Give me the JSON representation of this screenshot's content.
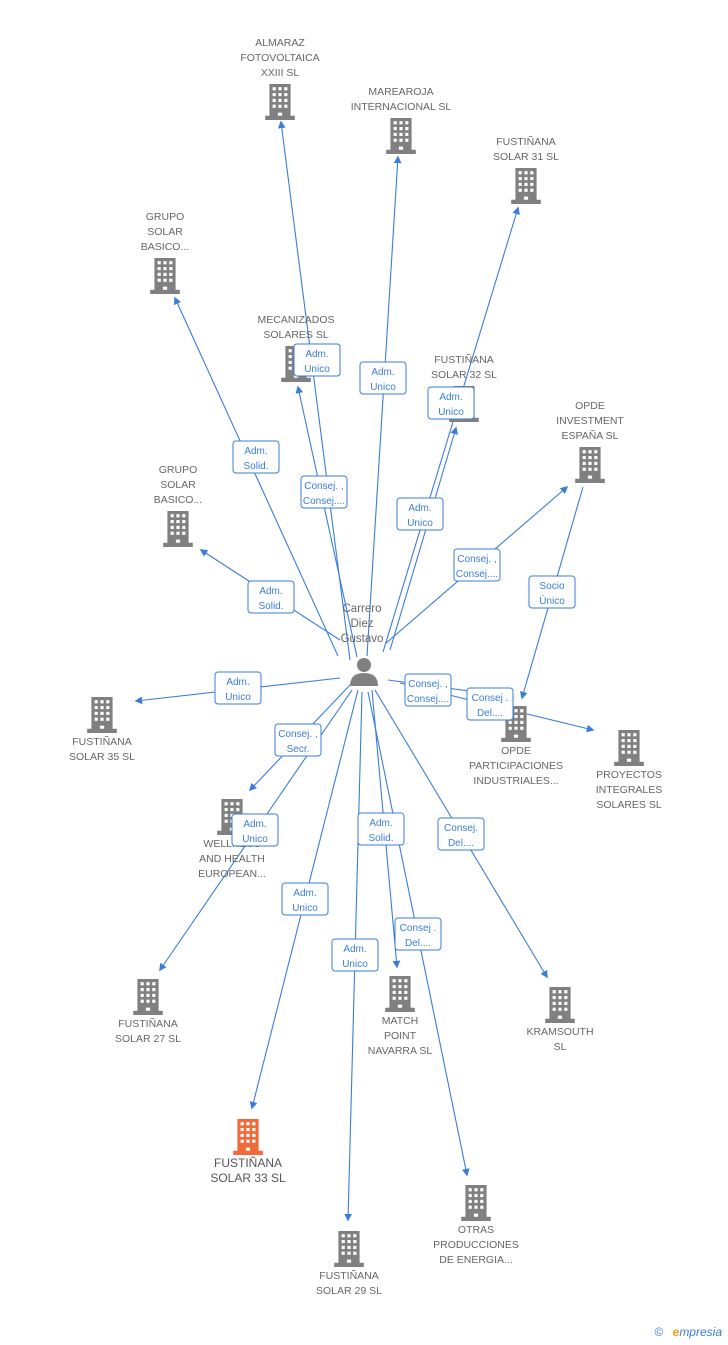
{
  "colors": {
    "edge": "#3b7dd8",
    "building": "#808080",
    "building_highlight": "#f26a3a",
    "person": "#808080"
  },
  "person": {
    "id": "carrero",
    "label_lines": [
      "Carrero",
      "Diez",
      "Gustavo"
    ],
    "icon": "person-icon"
  },
  "companies": [
    {
      "id": "almaraz",
      "label_lines": [
        "ALMARAZ",
        "FOTOVOLTAICA",
        "XXIII SL"
      ],
      "icon": "building-icon"
    },
    {
      "id": "marearoja",
      "label_lines": [
        "MAREAROJA",
        "INTERNACIONAL SL"
      ],
      "icon": "building-icon"
    },
    {
      "id": "fust31",
      "label_lines": [
        "FUSTIÑANA",
        "SOLAR 31 SL"
      ],
      "icon": "building-icon"
    },
    {
      "id": "grupo1",
      "label_lines": [
        "GRUPO",
        "SOLAR",
        "BASICO..."
      ],
      "icon": "building-icon"
    },
    {
      "id": "mecanizados",
      "label_lines": [
        "MECANIZADOS",
        "SOLARES SL"
      ],
      "icon": "building-icon"
    },
    {
      "id": "fust32",
      "label_lines": [
        "FUSTIÑANA",
        "SOLAR 32 SL"
      ],
      "icon": "building-icon"
    },
    {
      "id": "opde_inv",
      "label_lines": [
        "OPDE",
        "INVESTMENT",
        "ESPAÑA SL"
      ],
      "icon": "building-icon"
    },
    {
      "id": "grupo2",
      "label_lines": [
        "GRUPO",
        "SOLAR",
        "BASICO..."
      ],
      "icon": "building-icon"
    },
    {
      "id": "fust35",
      "label_lines": [
        "FUSTIÑANA",
        "SOLAR 35 SL"
      ],
      "icon": "building-icon"
    },
    {
      "id": "opde_part",
      "label_lines": [
        "OPDE",
        "PARTICIPACIONES",
        "INDUSTRIALES..."
      ],
      "icon": "building-icon"
    },
    {
      "id": "proyectos",
      "label_lines": [
        "PROYECTOS",
        "INTEGRALES",
        "SOLARES SL"
      ],
      "icon": "building-icon"
    },
    {
      "id": "wellness",
      "label_lines": [
        "WELLNESS",
        "AND HEALTH",
        "EUROPEAN..."
      ],
      "icon": "building-icon"
    },
    {
      "id": "fust27",
      "label_lines": [
        "FUSTIÑANA",
        "SOLAR 27 SL"
      ],
      "icon": "building-icon"
    },
    {
      "id": "match",
      "label_lines": [
        "MATCH",
        "POINT",
        "NAVARRA  SL"
      ],
      "icon": "building-icon"
    },
    {
      "id": "kramsouth",
      "label_lines": [
        "KRAMSOUTH",
        "SL"
      ],
      "icon": "building-icon"
    },
    {
      "id": "fust33",
      "label_lines": [
        "FUSTIÑANA",
        "SOLAR 33 SL"
      ],
      "icon": "building-icon",
      "highlight": true
    },
    {
      "id": "otras",
      "label_lines": [
        "OTRAS",
        "PRODUCCIONES",
        "DE ENERGIA..."
      ],
      "icon": "building-icon"
    },
    {
      "id": "fust29",
      "label_lines": [
        "FUSTIÑANA",
        "SOLAR 29 SL"
      ],
      "icon": "building-icon"
    }
  ],
  "edges": [
    {
      "from": "carrero",
      "to": "almaraz",
      "label_lines": [
        "Adm.",
        "Unico"
      ]
    },
    {
      "from": "carrero",
      "to": "marearoja",
      "label_lines": [
        "Adm.",
        "Unico"
      ]
    },
    {
      "from": "carrero",
      "to": "fust31",
      "label_lines": [
        "Adm.",
        "Unico"
      ]
    },
    {
      "from": "carrero",
      "to": "grupo1",
      "label_lines": [
        "Adm.",
        "Solid."
      ]
    },
    {
      "from": "carrero",
      "to": "mecanizados",
      "label_lines": [
        "Consej. ,",
        "Consej...."
      ]
    },
    {
      "from": "carrero",
      "to": "fust32",
      "label_lines": [
        "Adm.",
        "Unico"
      ]
    },
    {
      "from": "carrero",
      "to": "opde_inv",
      "label_lines": [
        "Consej. ,",
        "Consej...."
      ]
    },
    {
      "from": "carrero",
      "to": "grupo2",
      "label_lines": [
        "Adm.",
        "Solid."
      ]
    },
    {
      "from": "carrero",
      "to": "fust35",
      "label_lines": [
        "Adm.",
        "Unico"
      ]
    },
    {
      "from": "carrero",
      "to": "opde_part",
      "label_lines": [
        "Consej. ,",
        "Consej...."
      ]
    },
    {
      "from": "carrero",
      "to": "proyectos",
      "label_lines": [
        "Consej .",
        "Del...."
      ]
    },
    {
      "from": "opde_inv",
      "to": "opde_part",
      "label_lines": [
        "Socio",
        "Único"
      ]
    },
    {
      "from": "carrero",
      "to": "wellness",
      "label_lines": [
        "Consej. ,",
        "Secr."
      ]
    },
    {
      "from": "carrero",
      "to": "fust27",
      "label_lines": [
        "Adm.",
        "Unico"
      ]
    },
    {
      "from": "carrero",
      "to": "match",
      "label_lines": [
        "Adm.",
        "Solid."
      ]
    },
    {
      "from": "carrero",
      "to": "kramsouth",
      "label_lines": [
        "Consej.",
        "Del...."
      ]
    },
    {
      "from": "carrero",
      "to": "fust33",
      "label_lines": [
        "Adm.",
        "Unico"
      ]
    },
    {
      "from": "carrero",
      "to": "otras",
      "label_lines": [
        "Consej .",
        "Del...."
      ]
    },
    {
      "from": "carrero",
      "to": "fust29",
      "label_lines": [
        "Adm.",
        "Unico"
      ]
    },
    {
      "from": "mecanizados",
      "to": "mecanizados",
      "label_lines": [
        "Adm.",
        "Unico"
      ]
    }
  ],
  "footer": {
    "copyright": "©",
    "brand_initial": "e",
    "brand_rest": "mpresia"
  }
}
